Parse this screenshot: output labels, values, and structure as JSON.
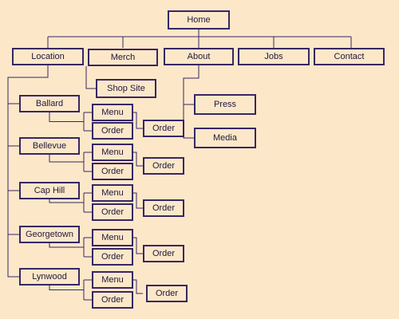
{
  "colors": {
    "background": "#fce8c8",
    "line": "#3a2565",
    "text": "#1f1640"
  },
  "sitemap": {
    "home": "Home",
    "top_nav": [
      "Location",
      "Merch",
      "About",
      "Jobs",
      "Contact"
    ],
    "merch_children": [
      "Shop Site"
    ],
    "about_children": [
      "Press",
      "Media"
    ],
    "locations": [
      {
        "name": "Ballard",
        "menu": "Menu",
        "order": "Order",
        "order_result": "Order"
      },
      {
        "name": "Bellevue",
        "menu": "Menu",
        "order": "Order",
        "order_result": "Order"
      },
      {
        "name": "Cap Hill",
        "menu": "Menu",
        "order": "Order",
        "order_result": "Order"
      },
      {
        "name": "Georgetown",
        "menu": "Menu",
        "order": "Order",
        "order_result": "Order"
      },
      {
        "name": "Lynwood",
        "menu": "Menu",
        "order": "Order",
        "order_result": "Order"
      }
    ]
  }
}
